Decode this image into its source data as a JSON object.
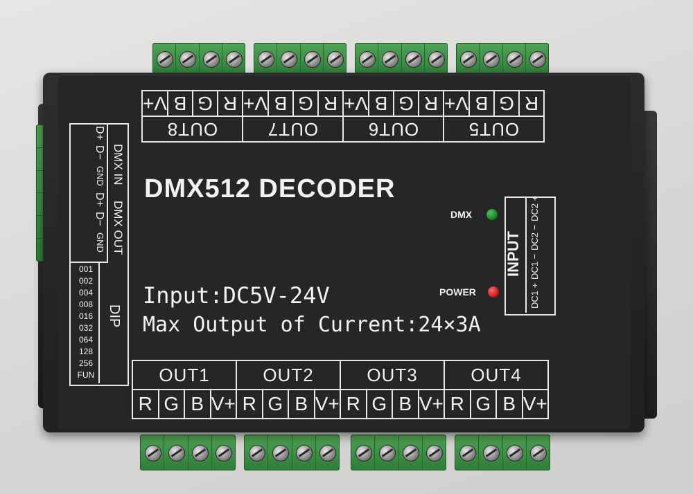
{
  "device": {
    "title": "DMX512 DECODER",
    "input_spec": "Input:DC5V-24V",
    "max_output": "Max Output of Current:24×3A"
  },
  "top_outputs": [
    {
      "label": "OUT8",
      "pins": [
        "V+",
        "B",
        "G",
        "R"
      ]
    },
    {
      "label": "OUT7",
      "pins": [
        "V+",
        "B",
        "G",
        "R"
      ]
    },
    {
      "label": "OUT6",
      "pins": [
        "V+",
        "B",
        "G",
        "R"
      ]
    },
    {
      "label": "OUT5",
      "pins": [
        "V+",
        "B",
        "G",
        "R"
      ]
    }
  ],
  "bottom_outputs": [
    {
      "label": "OUT1",
      "pins": [
        "R",
        "G",
        "B",
        "V+"
      ]
    },
    {
      "label": "OUT2",
      "pins": [
        "R",
        "G",
        "B",
        "V+"
      ]
    },
    {
      "label": "OUT3",
      "pins": [
        "R",
        "G",
        "B",
        "V+"
      ]
    },
    {
      "label": "OUT4",
      "pins": [
        "R",
        "G",
        "B",
        "V+"
      ]
    }
  ],
  "dmx_in": {
    "label": "DMX IN",
    "pins": [
      "D+",
      "D−",
      "GND"
    ]
  },
  "dmx_out": {
    "label": "DMX OUT",
    "pins": [
      "D+",
      "D−",
      "GND"
    ]
  },
  "dip": {
    "label": "DIP",
    "values": [
      "001",
      "002",
      "004",
      "008",
      "016",
      "032",
      "064",
      "128",
      "256",
      "FUN"
    ]
  },
  "input_terminal": {
    "label": "INPUT",
    "pins": [
      "DC2 +",
      "DC2 −",
      "DC1 −",
      "DC1 +"
    ]
  },
  "indicators": {
    "dmx": {
      "label": "DMX",
      "color": "#1e8a2a"
    },
    "power": {
      "label": "POWER",
      "color": "#c81e1e"
    }
  },
  "colors": {
    "terminal_green": "#3f9448",
    "housing": "#262628",
    "print": "#f2f2f2"
  }
}
